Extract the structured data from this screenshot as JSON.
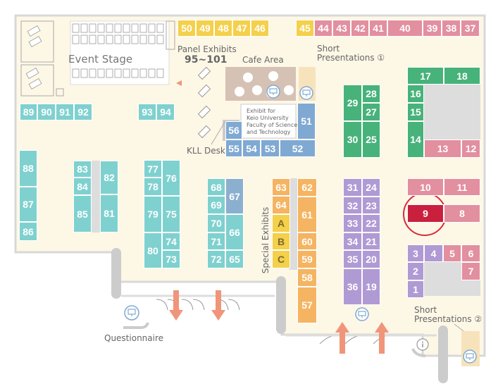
{
  "colors": {
    "teal": "#7fd1cf",
    "yellow": "#f4d04b",
    "pink": "#e28fa0",
    "green": "#47b27a",
    "blue": "#7fa9d2",
    "orange": "#f5b461",
    "purple": "#b09ad4",
    "highlight": "#c9203e",
    "floor": "#fdf7e6",
    "wall": "#d8d8d8",
    "text": "#666666",
    "arrow": "#f0957a"
  },
  "labels": {
    "event_stage": "Event Stage",
    "panel_exhibits": "Panel Exhibits",
    "panel_range": "95~101",
    "cafe_area": "Cafe Area",
    "short_pres_1_line1": "Short",
    "short_pres_1_line2": "Presentations ①",
    "short_pres_2_line1": "Short",
    "short_pres_2_line2": "Presentations ②",
    "exhibit_keio_1": "Exhibit for",
    "exhibit_keio_2": "Keio University",
    "exhibit_keio_3": "Faculty of Science",
    "exhibit_keio_4": "and Technology",
    "kll_desk": "KLL Desk",
    "special_exhibits": "Special Exhibits",
    "questionnaire": "Questionnaire"
  },
  "booths": {
    "b50": "50",
    "b49": "49",
    "b48": "48",
    "b47": "47",
    "b46": "46",
    "b45": "45",
    "b44": "44",
    "b43": "43",
    "b42": "42",
    "b41": "41",
    "b40": "40",
    "b39": "39",
    "b38": "38",
    "b37": "37",
    "b89": "89",
    "b90": "90",
    "b91": "91",
    "b92": "92",
    "b93": "93",
    "b94": "94",
    "b88": "88",
    "b87": "87",
    "b86": "86",
    "b83": "83",
    "b84": "84",
    "b85": "85",
    "b82": "82",
    "b81": "81",
    "b77": "77",
    "b78": "78",
    "b79": "79",
    "b80": "80",
    "b76": "76",
    "b75": "75",
    "b74": "74",
    "b73": "73",
    "b68": "68",
    "b69": "69",
    "b70": "70",
    "b71": "71",
    "b72": "72",
    "b67": "67",
    "b66": "66",
    "b65": "65",
    "b63": "63",
    "b64": "64",
    "bA": "A",
    "bB": "B",
    "bC": "C",
    "b62": "62",
    "b61": "61",
    "b60": "60",
    "b59": "59",
    "b58": "58",
    "b57": "57",
    "b56": "56",
    "b55": "55",
    "b54": "54",
    "b53": "53",
    "b52": "52",
    "b51": "51",
    "b29": "29",
    "b30": "30",
    "b28": "28",
    "b27": "27",
    "b25": "25",
    "b31": "31",
    "b32": "32",
    "b33": "33",
    "b34": "34",
    "b35": "35",
    "b36": "36",
    "b24": "24",
    "b23": "23",
    "b22": "22",
    "b21": "21",
    "b20": "20",
    "b19": "19",
    "b17": "17",
    "b18": "18",
    "b16": "16",
    "b15": "15",
    "b14": "14",
    "b13": "13",
    "b12": "12",
    "b10": "10",
    "b11": "11",
    "b9": "9",
    "b8": "8",
    "b3": "3",
    "b4": "4",
    "b5": "5",
    "b6": "6",
    "b2": "2",
    "b1": "1",
    "b7": "7"
  },
  "highlighted_booth": "9"
}
